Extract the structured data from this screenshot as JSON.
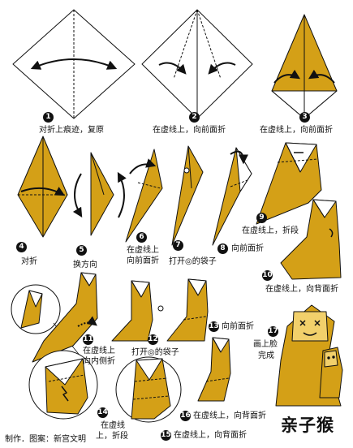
{
  "title": "亲子猴",
  "credit": "制作．图案：新宫文明",
  "colors": {
    "paper": "#D4A017",
    "line": "#111111",
    "background": "#FFFFFF"
  },
  "steps": [
    {
      "n": "1",
      "text": "对折上痕迹，复原"
    },
    {
      "n": "2",
      "text": "在虚线上，向前面折"
    },
    {
      "n": "3",
      "text": "在虚线上，向前面折"
    },
    {
      "n": "4",
      "text": "对折"
    },
    {
      "n": "5",
      "text": "换方向"
    },
    {
      "n": "6",
      "text": "在虚线上",
      "text2": "向前面折"
    },
    {
      "n": "7",
      "text": "打开",
      "symbol": "◎",
      "text2": "的袋子"
    },
    {
      "n": "8",
      "text": "向前面折"
    },
    {
      "n": "9",
      "text": "在虚线上，折段"
    },
    {
      "n": "10",
      "text": "在虚线上，向背面折"
    },
    {
      "n": "11",
      "text": "在虚线上",
      "text2": "向内侧折"
    },
    {
      "n": "12",
      "text": "打开",
      "symbol": "◎",
      "text2": "的袋子"
    },
    {
      "n": "13",
      "text": "向前面折"
    },
    {
      "n": "14",
      "text": "在虚线",
      "text2": "上，折段"
    },
    {
      "n": "15",
      "text": "在虚线上，向背面折"
    },
    {
      "n": "16",
      "text": "在虚线上，向背面折"
    },
    {
      "n": "17",
      "text": "画上脸",
      "text2": "完成"
    }
  ]
}
